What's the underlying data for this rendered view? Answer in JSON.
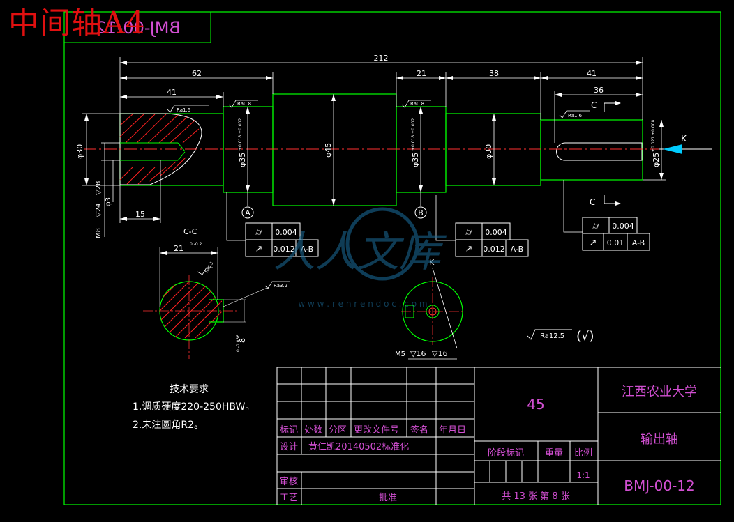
{
  "overlay_title": "中间轴A4",
  "mirrored_code": "BMJ-00-12",
  "colors": {
    "frame": "#00ff00",
    "dim": "#ffffff",
    "section": "#ff3030",
    "hatch": "#ff2020",
    "magenta": "#d24fd2",
    "yellow": "#ffff00",
    "bg": "#000000"
  },
  "dimensions": {
    "total_length": "212",
    "len_62": "62",
    "len_41_left": "41",
    "len_21": "21",
    "len_38": "38",
    "len_41_right": "41",
    "len_36": "36",
    "len_15": "15",
    "dia_30_left": "φ30",
    "dia_35_a": "φ35",
    "dia_35_a_tol": "+0.018 +0.002",
    "dia_45": "φ45",
    "dia_35_b": "φ35",
    "dia_35_b_tol": "+0.018 +0.002",
    "dia_30_mid": "φ30",
    "dia_25": "φ25",
    "dia_25_tol": "+0.021 +0.008",
    "thread_m8": "M8",
    "depth_24": "▽24",
    "depth_28": "▽28",
    "dia_3": "φ3",
    "section_21": "21",
    "section_21_tol": "0 -0.2",
    "section_8": "8",
    "section_8_tol": "0 -0.036",
    "thread_m5": "M5",
    "depth_16a": "▽16",
    "depth_16b": "▽16"
  },
  "roughness": {
    "ra16_left": "Ra1.6",
    "ra08_a": "Ra0.8",
    "ra08_b": "Ra0.8",
    "ra16_right": "Ra1.6",
    "ra63": "Ra6.3",
    "ra32": "Ra3.2",
    "general": "Ra12.5",
    "general_paren": "(√)"
  },
  "section_labels": {
    "cc_title": "C-C",
    "c_top": "C",
    "c_bottom": "C",
    "k_arrow": "K",
    "k_view": "K",
    "datum_a": "A",
    "datum_b": "B"
  },
  "tolerance_frames": [
    {
      "sym1": "⌭",
      "val1": "0.004",
      "sym2": "↗",
      "val2": "0.012",
      "ref": "A-B"
    },
    {
      "sym1": "⌭",
      "val1": "0.004",
      "sym2": "↗",
      "val2": "0.012",
      "ref": "A-B"
    },
    {
      "sym1": "⌭",
      "val1": "0.004",
      "sym2": "↗",
      "val2": "0.01",
      "ref": "A-B"
    }
  ],
  "tech_requirements": {
    "heading": "技术要求",
    "item1": "1.调质硬度220-250HBW。",
    "item2": "2.未注圆角R2。"
  },
  "title_block": {
    "material": "45",
    "school": "江西农业大学",
    "part_name": "输出轴",
    "drawing_no": "BMJ-00-12",
    "hdr_mark": "标记",
    "hdr_count": "处数",
    "hdr_zone": "分区",
    "hdr_doc": "更改文件号",
    "hdr_sign": "签名",
    "hdr_date": "年月日",
    "designer_label": "设计",
    "designer_value": "黄仁凯20140502标准化",
    "stage_label": "阶段标记",
    "weight_label": "重量",
    "scale_label": "比例",
    "scale_value": "1:1",
    "review_label": "审核",
    "process_label": "工艺",
    "approve_label": "批准",
    "sheet_info": "共 13 张 第 8 张"
  },
  "watermark": {
    "text1": "人人文库",
    "text2": "w w w . r e n r e n d o c . c o m"
  }
}
